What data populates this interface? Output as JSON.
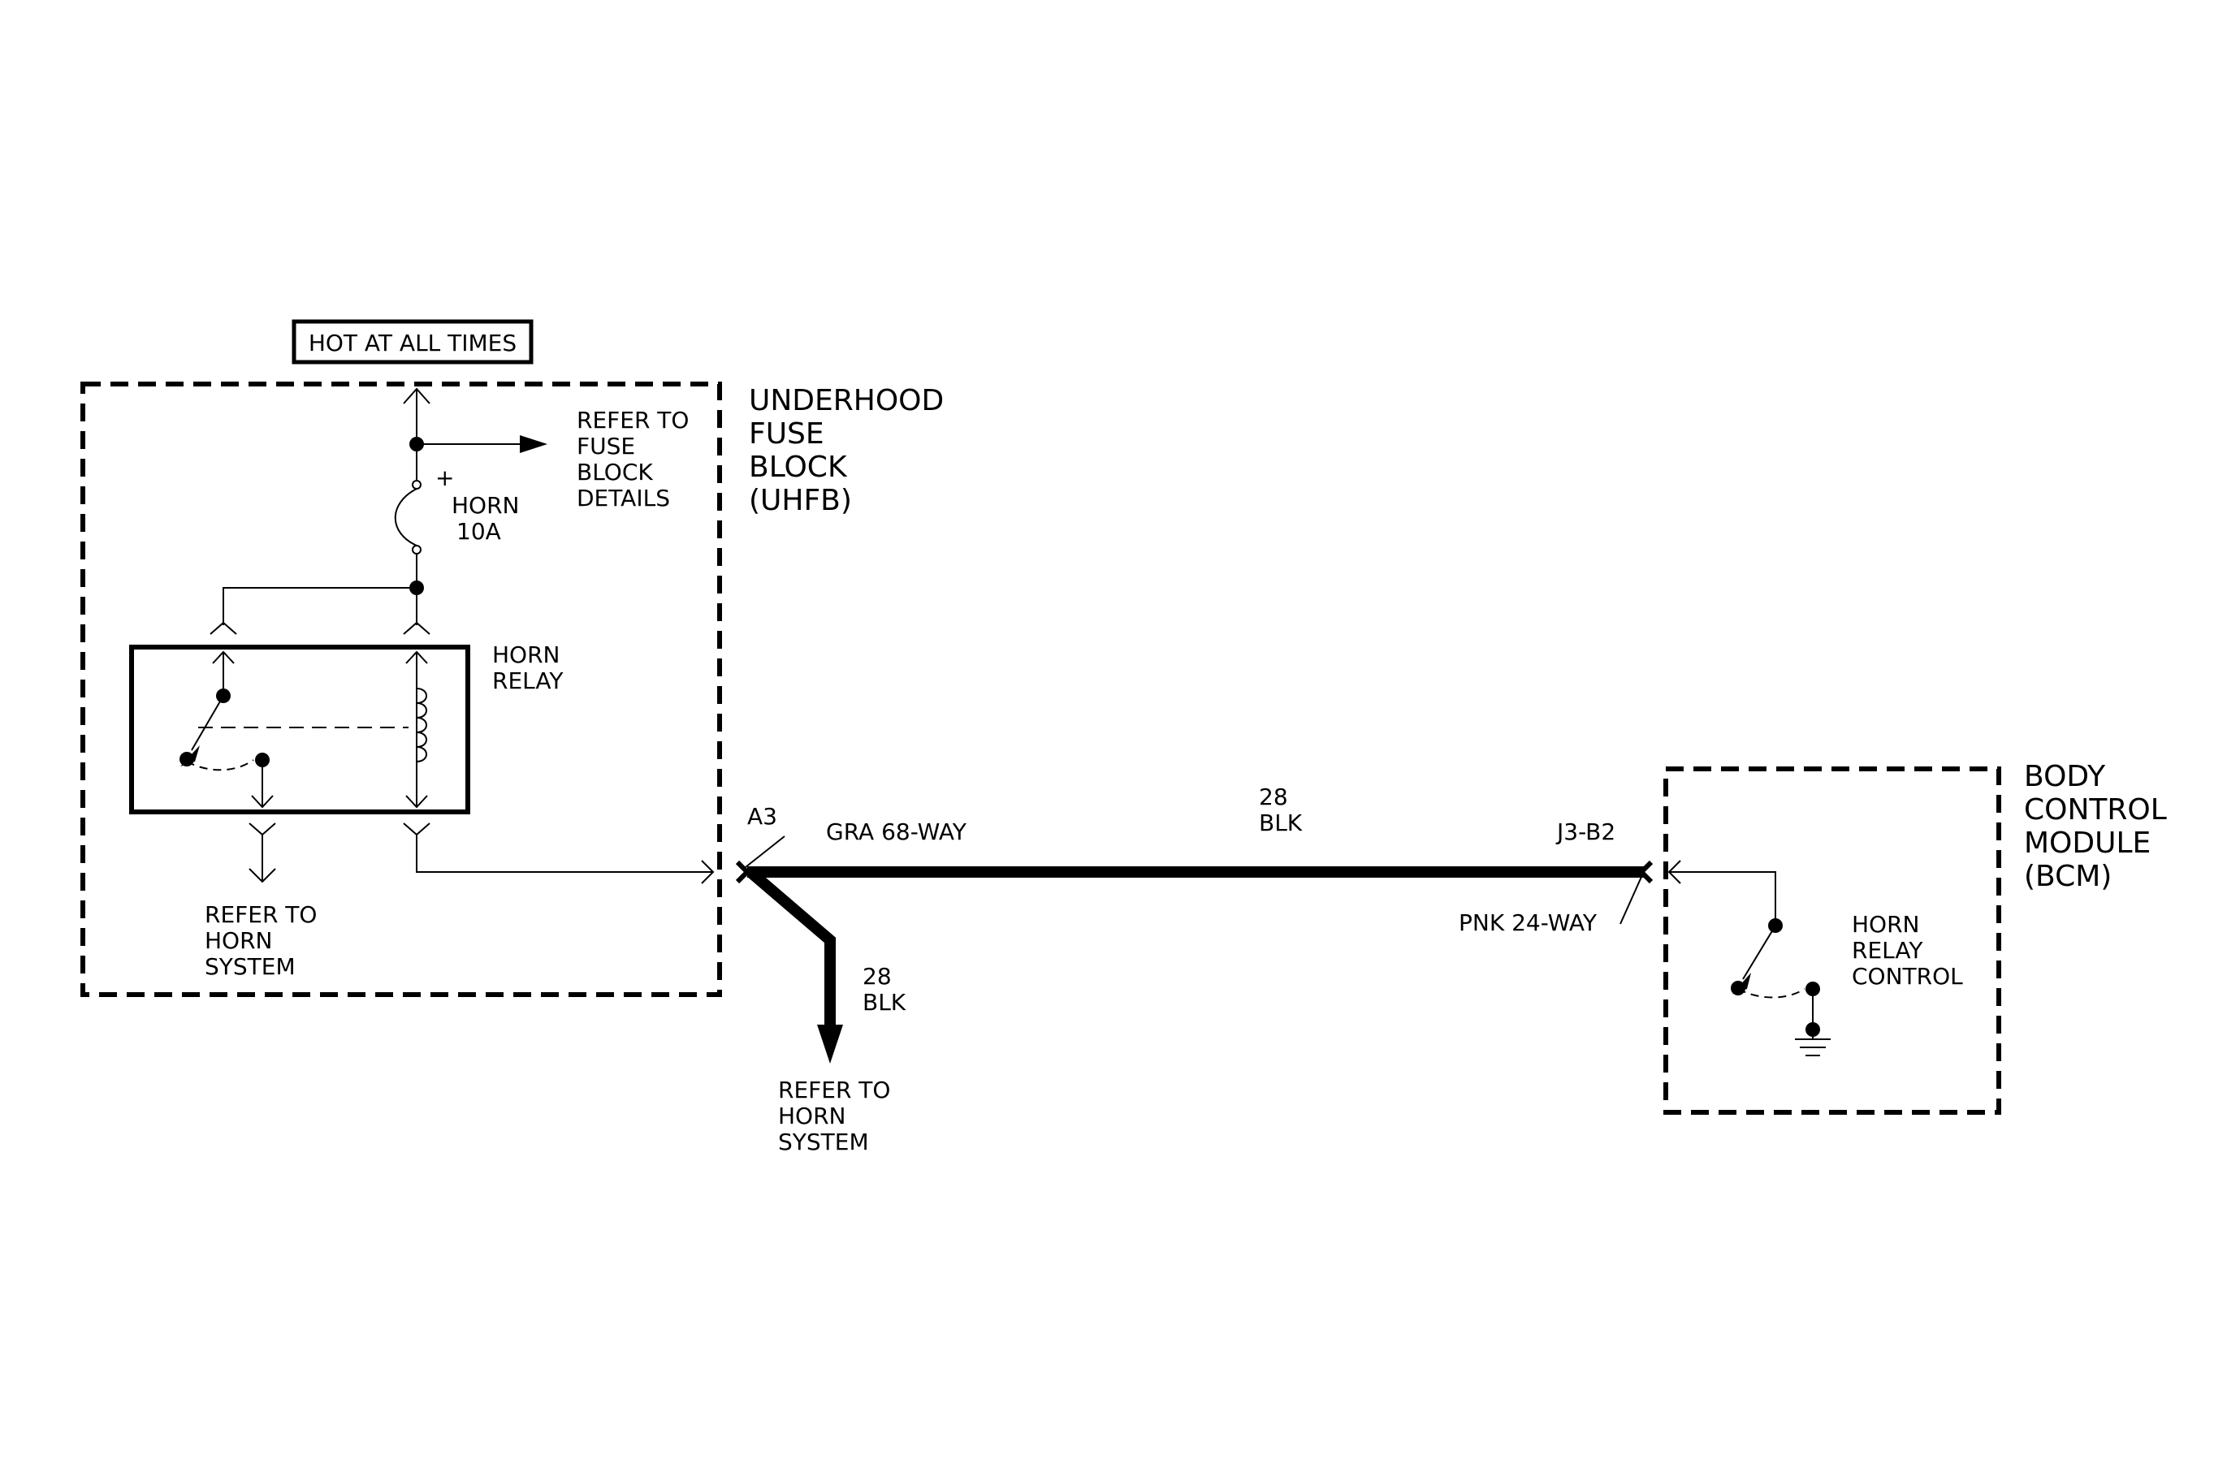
{
  "power_label": "HOT AT ALL TIMES",
  "uhfb": {
    "line1": "UNDERHOOD",
    "line2": "FUSE",
    "line3": "BLOCK",
    "line4": "(UHFB)"
  },
  "fuse_ref": {
    "line1": "REFER TO",
    "line2": "FUSE",
    "line3": "BLOCK",
    "line4": "DETAILS"
  },
  "fuse": {
    "plus": "+",
    "name": "HORN",
    "rating": "10A"
  },
  "relay": {
    "line1": "HORN",
    "line2": "RELAY"
  },
  "horn_ref_left": {
    "line1": "REFER TO",
    "line2": "HORN",
    "line3": "SYSTEM"
  },
  "connector_left": {
    "pin": "A3",
    "name": "GRA 68-WAY"
  },
  "wire_main": {
    "gauge": "28",
    "color": "BLK"
  },
  "wire_branch": {
    "gauge": "28",
    "color": "BLK"
  },
  "horn_ref_bottom": {
    "line1": "REFER TO",
    "line2": "HORN",
    "line3": "SYSTEM"
  },
  "connector_right": {
    "pin": "J3-B2",
    "name": "PNK 24-WAY"
  },
  "bcm": {
    "line1": "BODY",
    "line2": "CONTROL",
    "line3": "MODULE",
    "line4": "(BCM)"
  },
  "relay_control": {
    "line1": "HORN",
    "line2": "RELAY",
    "line3": "CONTROL"
  }
}
